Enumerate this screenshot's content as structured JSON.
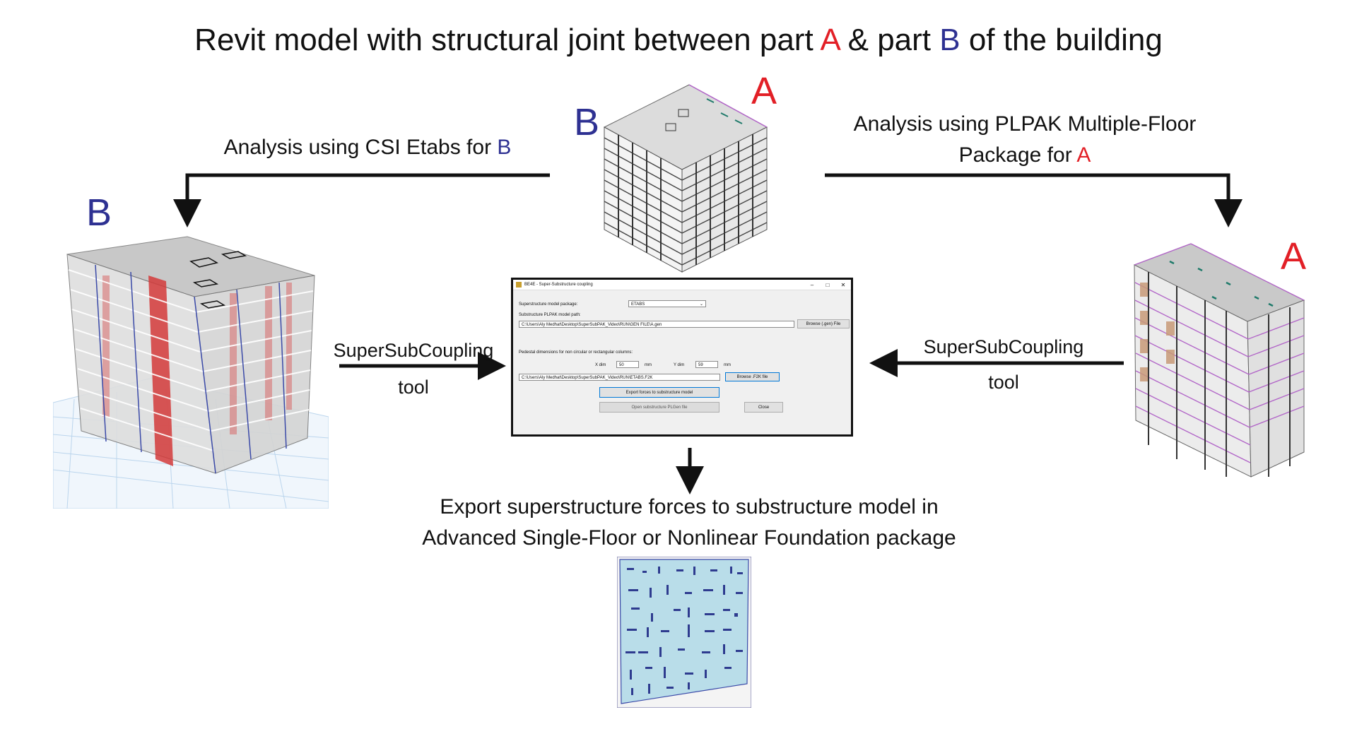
{
  "title": {
    "prefix": "Revit model with structural joint between part ",
    "a": "A",
    "mid": " & part ",
    "b": "B",
    "suffix": " of the building"
  },
  "labels": {
    "center_b": "B",
    "center_a": "A",
    "left_b": "B",
    "right_a": "A"
  },
  "left_analysis": {
    "text": "Analysis using CSI Etabs for ",
    "letter": "B"
  },
  "right_analysis": {
    "line1": "Analysis using PLPAK Multiple-Floor",
    "line2": "Package for ",
    "letter": "A"
  },
  "left_tool": {
    "line1": "SuperSubCoupling",
    "line2": "tool"
  },
  "right_tool": {
    "line1": "SuperSubCoupling",
    "line2": "tool"
  },
  "export": {
    "line1": "Export superstructure forces to substructure model in",
    "line2": "Advanced Single-Floor or Nonlinear Foundation package"
  },
  "dialog": {
    "title": "BE4E - Super-Substructure coupling",
    "package_label": "Superstructure model package:",
    "package_value": "ETABS",
    "path_label": "Substructure PLPAK model path:",
    "path_value": "C:\\Users\\Aly Medhat\\Desktop\\SuperSubPAK_Video\\RUN\\GEN FILE\\A.gen",
    "browse_gen": "Browse (.gen) File",
    "pedestal_label": "Pedestal dimensions for non circular or rectangular columns:",
    "xdim_label": "X dim",
    "xdim_value": "50",
    "xdim_unit": "mm",
    "ydim_label": "Y dim",
    "ydim_value": "59",
    "ydim_unit": "mm",
    "f2k_value": "C:\\Users\\Aly Medhat\\Desktop\\SuperSubPAK_Video\\RUN\\ETABS.F2K",
    "browse_f2k": "Browse .F2K file",
    "export_btn": "Export forces to substructure model",
    "open_btn": "Open substructure PLGen file",
    "close_btn": "Close"
  },
  "colors": {
    "red": "#e21f26",
    "blue": "#2e3192"
  }
}
